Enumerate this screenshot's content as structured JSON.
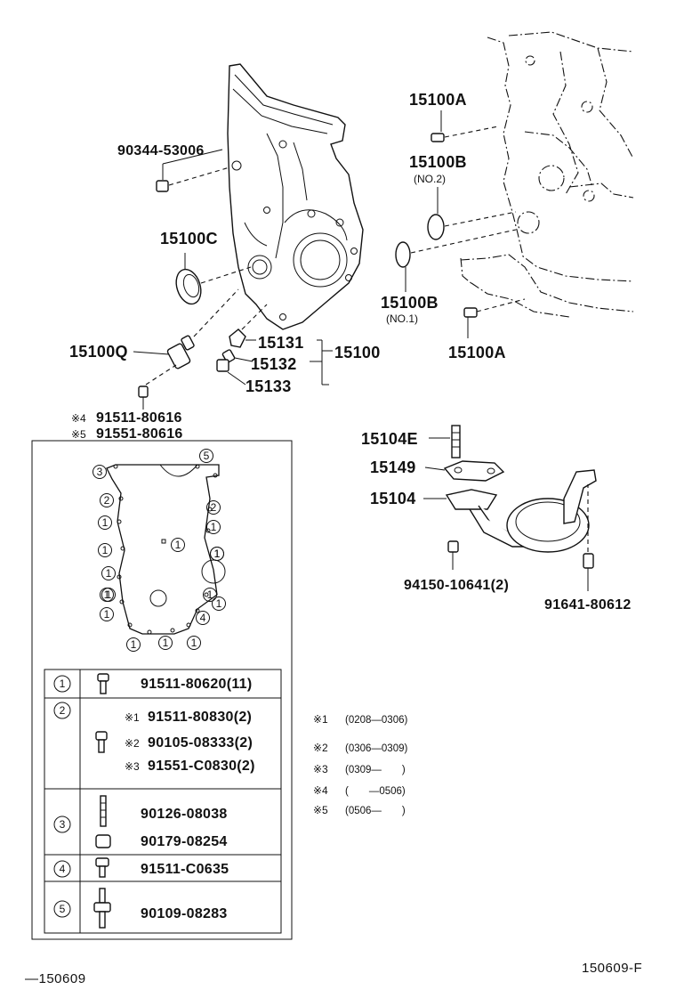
{
  "labels": {
    "p90344": "90344-53006",
    "p15100C": "15100C",
    "p15100Q": "15100Q",
    "p15131": "15131",
    "p15132": "15132",
    "p15133": "15133",
    "p15100": "15100",
    "p15100A_top": "15100A",
    "p15100B_top": "15100B",
    "p15100B_top_sub": "(NO.2)",
    "p15100B_bot": "15100B",
    "p15100B_bot_sub": "(NO.1)",
    "p15100A_bot": "15100A",
    "bolt_a_mark": "※4",
    "bolt_a": "91511-80616",
    "bolt_b_mark": "※5",
    "bolt_b": "91551-80616",
    "p15104E": "15104E",
    "p15149": "15149",
    "p15104": "15104",
    "p94150": "94150-10641(2)",
    "p91641": "91641-80612"
  },
  "table": {
    "rows": [
      {
        "key": "1",
        "entries": [
          {
            "mark": "",
            "part": "91511-80620(11)"
          }
        ]
      },
      {
        "key": "2",
        "entries": [
          {
            "mark": "※1",
            "part": "91511-80830(2)"
          },
          {
            "mark": "※2",
            "part": "90105-08333(2)"
          },
          {
            "mark": "※3",
            "part": "91551-C0830(2)"
          }
        ]
      },
      {
        "key": "3",
        "entries": [
          {
            "mark": "",
            "part": "90126-08038"
          },
          {
            "mark": "",
            "part": "90179-08254"
          }
        ]
      },
      {
        "key": "4",
        "entries": [
          {
            "mark": "",
            "part": "91511-C0635"
          }
        ]
      },
      {
        "key": "5",
        "entries": [
          {
            "mark": "",
            "part": "90109-08283"
          }
        ]
      }
    ]
  },
  "gasket_callouts": [
    "3",
    "5",
    "2",
    "2",
    "1",
    "1",
    "1",
    "1",
    "1",
    "1",
    "1",
    "1",
    "1",
    "1",
    "4",
    "1",
    "1",
    "1",
    "1",
    "1"
  ],
  "notes": [
    {
      "mark": "※1",
      "range": "(0208—0306)"
    },
    {
      "mark": "※2",
      "range": "(0306—0309)"
    },
    {
      "mark": "※3",
      "range": "(0309—　　)"
    },
    {
      "mark": "※4",
      "range": "(　　—0506)"
    },
    {
      "mark": "※5",
      "range": "(0506—　　)"
    }
  ],
  "footer": {
    "left": "—150609",
    "right": "150609-F"
  }
}
